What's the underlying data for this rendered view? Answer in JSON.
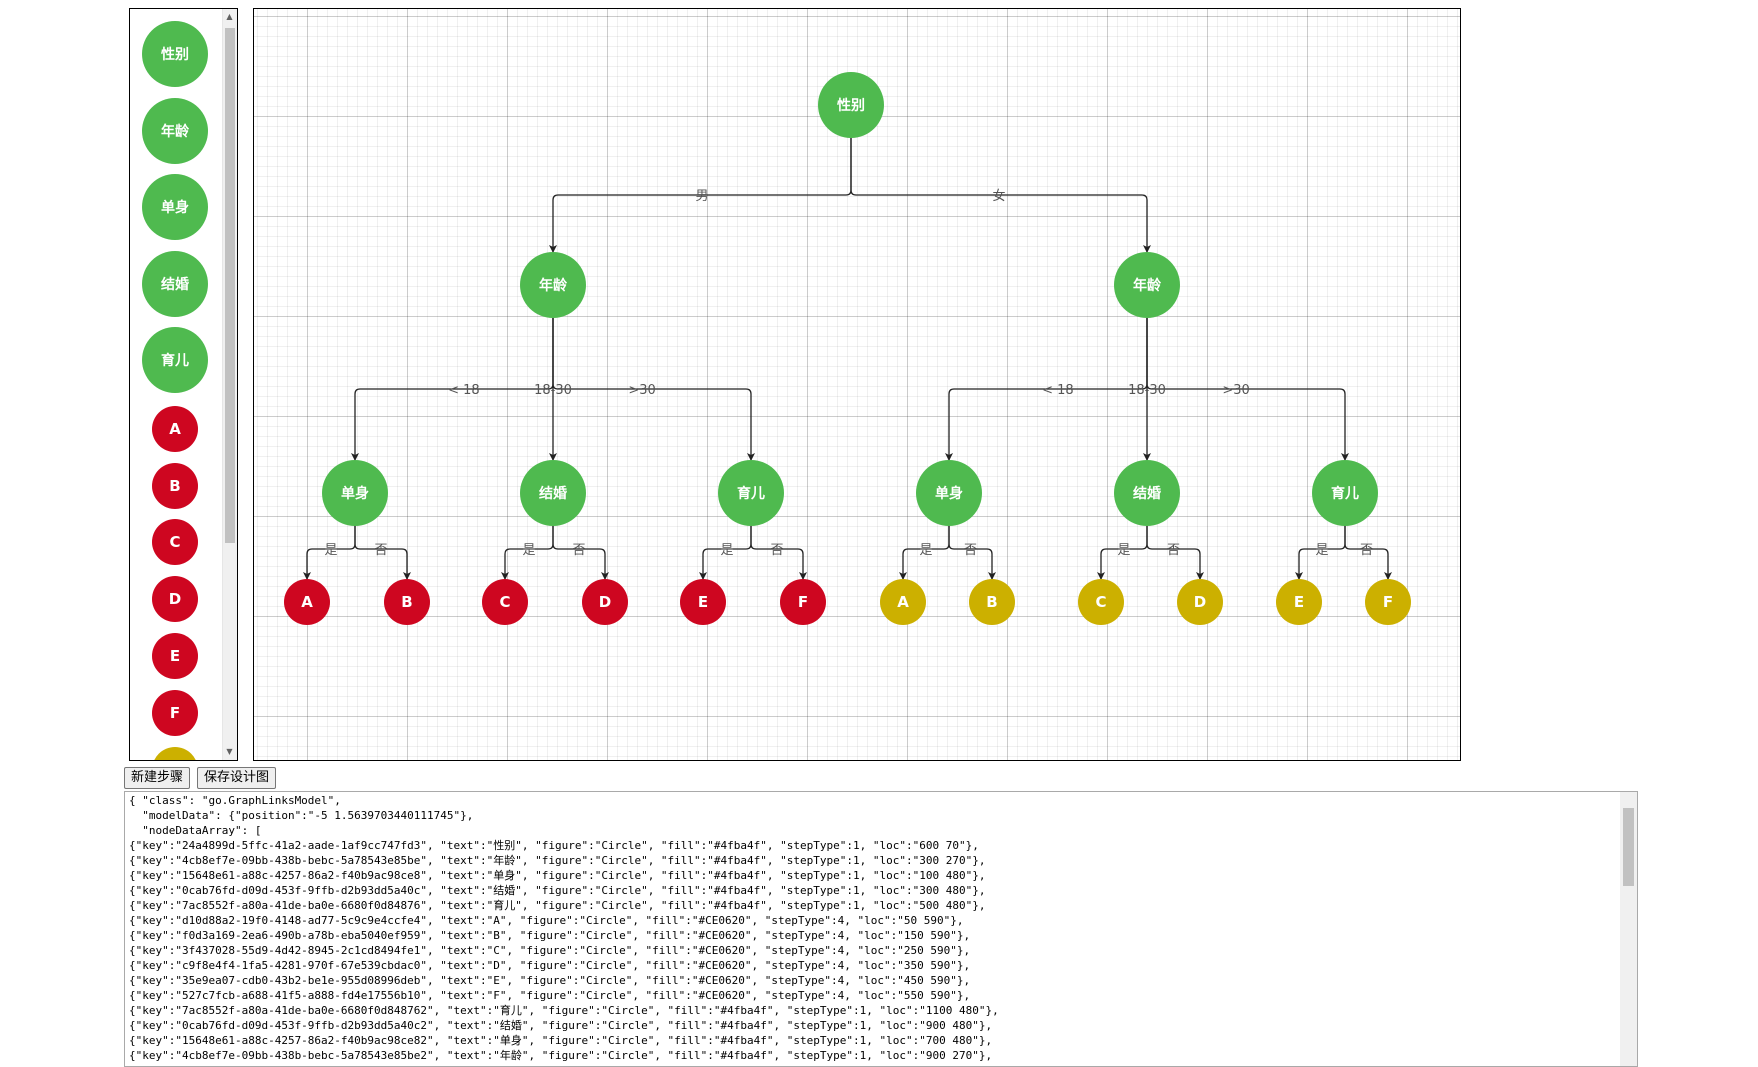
{
  "palette": {
    "nodes": [
      {
        "text": "性别",
        "fill": "#4fba4f"
      },
      {
        "text": "年龄",
        "fill": "#4fba4f"
      },
      {
        "text": "单身",
        "fill": "#4fba4f"
      },
      {
        "text": "结婚",
        "fill": "#4fba4f"
      },
      {
        "text": "育儿",
        "fill": "#4fba4f"
      },
      {
        "text": "A",
        "fill": "#CE0620"
      },
      {
        "text": "B",
        "fill": "#CE0620"
      },
      {
        "text": "C",
        "fill": "#CE0620"
      },
      {
        "text": "D",
        "fill": "#CE0620"
      },
      {
        "text": "E",
        "fill": "#CE0620"
      },
      {
        "text": "F",
        "fill": "#CE0620"
      },
      {
        "text": "",
        "fill": "#ccb000"
      }
    ]
  },
  "diagram": {
    "colors": {
      "green": "#4fba4f",
      "red": "#CE0620",
      "yellow": "#ccb000",
      "link": "#222222",
      "label": "#555555"
    },
    "nodes": [
      {
        "id": "root",
        "text": "性别",
        "color": "green"
      },
      {
        "id": "age_m",
        "text": "年龄",
        "color": "green"
      },
      {
        "id": "age_f",
        "text": "年龄",
        "color": "green"
      },
      {
        "id": "single_m",
        "text": "单身",
        "color": "green"
      },
      {
        "id": "married_m",
        "text": "结婚",
        "color": "green"
      },
      {
        "id": "parent_m",
        "text": "育儿",
        "color": "green"
      },
      {
        "id": "single_f",
        "text": "单身",
        "color": "green"
      },
      {
        "id": "married_f",
        "text": "结婚",
        "color": "green"
      },
      {
        "id": "parent_f",
        "text": "育儿",
        "color": "green"
      },
      {
        "id": "A1",
        "text": "A",
        "color": "red"
      },
      {
        "id": "B1",
        "text": "B",
        "color": "red"
      },
      {
        "id": "C1",
        "text": "C",
        "color": "red"
      },
      {
        "id": "D1",
        "text": "D",
        "color": "red"
      },
      {
        "id": "E1",
        "text": "E",
        "color": "red"
      },
      {
        "id": "F1",
        "text": "F",
        "color": "red"
      },
      {
        "id": "A2",
        "text": "A",
        "color": "yellow"
      },
      {
        "id": "B2",
        "text": "B",
        "color": "yellow"
      },
      {
        "id": "C2",
        "text": "C",
        "color": "yellow"
      },
      {
        "id": "D2",
        "text": "D",
        "color": "yellow"
      },
      {
        "id": "E2",
        "text": "E",
        "color": "yellow"
      },
      {
        "id": "F2",
        "text": "F",
        "color": "yellow"
      }
    ],
    "links": [
      {
        "from": "root",
        "to": "age_m",
        "label": "男"
      },
      {
        "from": "root",
        "to": "age_f",
        "label": "女"
      },
      {
        "from": "age_m",
        "to": "single_m",
        "label": "< 18"
      },
      {
        "from": "age_m",
        "to": "married_m",
        "label": "18-30"
      },
      {
        "from": "age_m",
        "to": "parent_m",
        "label": ">30"
      },
      {
        "from": "age_f",
        "to": "single_f",
        "label": "< 18"
      },
      {
        "from": "age_f",
        "to": "married_f",
        "label": "18-30"
      },
      {
        "from": "age_f",
        "to": "parent_f",
        "label": ">30"
      },
      {
        "from": "single_m",
        "to": "A1",
        "label": "是"
      },
      {
        "from": "single_m",
        "to": "B1",
        "label": "否"
      },
      {
        "from": "married_m",
        "to": "C1",
        "label": "是"
      },
      {
        "from": "married_m",
        "to": "D1",
        "label": "否"
      },
      {
        "from": "parent_m",
        "to": "E1",
        "label": "是"
      },
      {
        "from": "parent_m",
        "to": "F1",
        "label": "否"
      },
      {
        "from": "single_f",
        "to": "A2",
        "label": "是"
      },
      {
        "from": "single_f",
        "to": "B2",
        "label": "否"
      },
      {
        "from": "married_f",
        "to": "C2",
        "label": "是"
      },
      {
        "from": "married_f",
        "to": "D2",
        "label": "否"
      },
      {
        "from": "parent_f",
        "to": "E2",
        "label": "是"
      },
      {
        "from": "parent_f",
        "to": "F2",
        "label": "否"
      }
    ]
  },
  "buttons": {
    "new_step": "新建步骤",
    "save_design": "保存设计图"
  },
  "model_json": {
    "lines": [
      "{ \"class\": \"go.GraphLinksModel\",",
      "  \"modelData\": {\"position\":\"-5 1.5639703440111745\"},",
      "  \"nodeDataArray\": [",
      "{\"key\":\"24a4899d-5ffc-41a2-aade-1af9cc747fd3\", \"text\":\"性别\", \"figure\":\"Circle\", \"fill\":\"#4fba4f\", \"stepType\":1, \"loc\":\"600 70\"},",
      "{\"key\":\"4cb8ef7e-09bb-438b-bebc-5a78543e85be\", \"text\":\"年龄\", \"figure\":\"Circle\", \"fill\":\"#4fba4f\", \"stepType\":1, \"loc\":\"300 270\"},",
      "{\"key\":\"15648e61-a88c-4257-86a2-f40b9ac98ce8\", \"text\":\"单身\", \"figure\":\"Circle\", \"fill\":\"#4fba4f\", \"stepType\":1, \"loc\":\"100 480\"},",
      "{\"key\":\"0cab76fd-d09d-453f-9ffb-d2b93dd5a40c\", \"text\":\"结婚\", \"figure\":\"Circle\", \"fill\":\"#4fba4f\", \"stepType\":1, \"loc\":\"300 480\"},",
      "{\"key\":\"7ac8552f-a80a-41de-ba0e-6680f0d84876\", \"text\":\"育儿\", \"figure\":\"Circle\", \"fill\":\"#4fba4f\", \"stepType\":1, \"loc\":\"500 480\"},",
      "{\"key\":\"d10d88a2-19f0-4148-ad77-5c9c9e4ccfe4\", \"text\":\"A\", \"figure\":\"Circle\", \"fill\":\"#CE0620\", \"stepType\":4, \"loc\":\"50 590\"},",
      "{\"key\":\"f0d3a169-2ea6-490b-a78b-eba5040ef959\", \"text\":\"B\", \"figure\":\"Circle\", \"fill\":\"#CE0620\", \"stepType\":4, \"loc\":\"150 590\"},",
      "{\"key\":\"3f437028-55d9-4d42-8945-2c1cd8494fe1\", \"text\":\"C\", \"figure\":\"Circle\", \"fill\":\"#CE0620\", \"stepType\":4, \"loc\":\"250 590\"},",
      "{\"key\":\"c9f8e4f4-1fa5-4281-970f-67e539cbdac0\", \"text\":\"D\", \"figure\":\"Circle\", \"fill\":\"#CE0620\", \"stepType\":4, \"loc\":\"350 590\"},",
      "{\"key\":\"35e9ea07-cdb0-43b2-be1e-955d08996deb\", \"text\":\"E\", \"figure\":\"Circle\", \"fill\":\"#CE0620\", \"stepType\":4, \"loc\":\"450 590\"},",
      "{\"key\":\"527c7fcb-a688-41f5-a888-fd4e17556b10\", \"text\":\"F\", \"figure\":\"Circle\", \"fill\":\"#CE0620\", \"stepType\":4, \"loc\":\"550 590\"},",
      "{\"key\":\"7ac8552f-a80a-41de-ba0e-6680f0d848762\", \"text\":\"育儿\", \"figure\":\"Circle\", \"fill\":\"#4fba4f\", \"stepType\":1, \"loc\":\"1100 480\"},",
      "{\"key\":\"0cab76fd-d09d-453f-9ffb-d2b93dd5a40c2\", \"text\":\"结婚\", \"figure\":\"Circle\", \"fill\":\"#4fba4f\", \"stepType\":1, \"loc\":\"900 480\"},",
      "{\"key\":\"15648e61-a88c-4257-86a2-f40b9ac98ce82\", \"text\":\"单身\", \"figure\":\"Circle\", \"fill\":\"#4fba4f\", \"stepType\":1, \"loc\":\"700 480\"},",
      "{\"key\":\"4cb8ef7e-09bb-438b-bebc-5a78543e85be2\", \"text\":\"年龄\", \"figure\":\"Circle\", \"fill\":\"#4fba4f\", \"stepType\":1, \"loc\":\"900 270\"},"
    ]
  }
}
